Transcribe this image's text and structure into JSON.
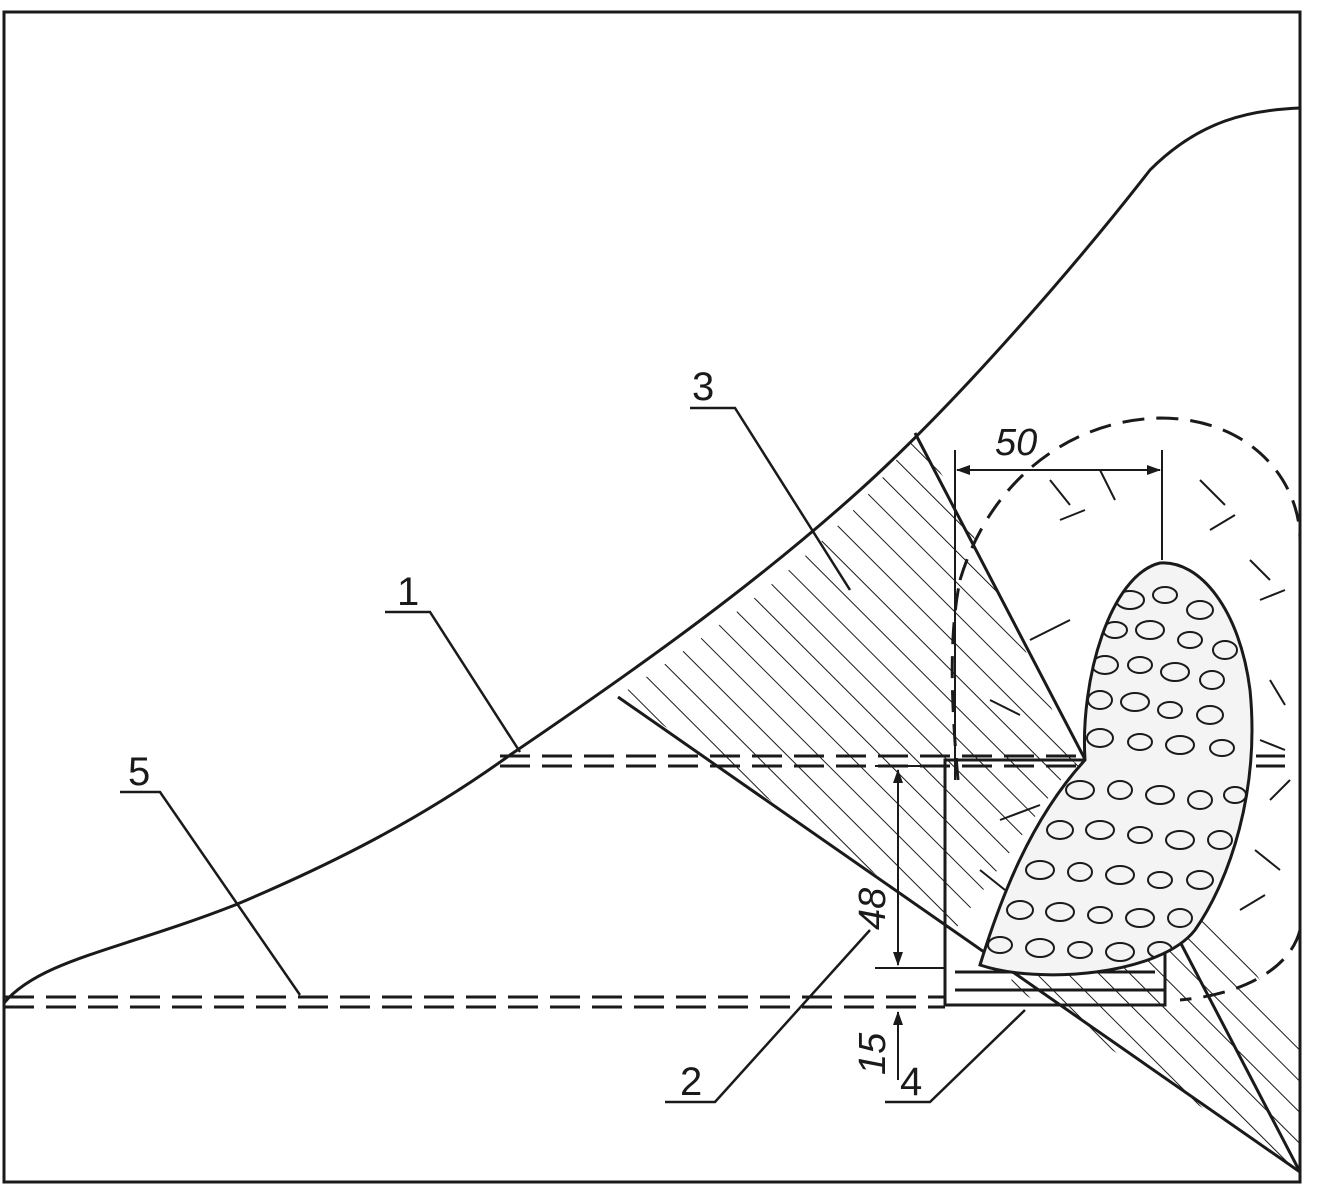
{
  "labels": {
    "item1": "1",
    "item2": "2",
    "item3": "3",
    "item4": "4",
    "item5": "5"
  },
  "dimensions": {
    "width": "50",
    "height": "48",
    "base": "15"
  },
  "colors": {
    "ink": "#1a1a1a",
    "paper": "#ffffff"
  }
}
